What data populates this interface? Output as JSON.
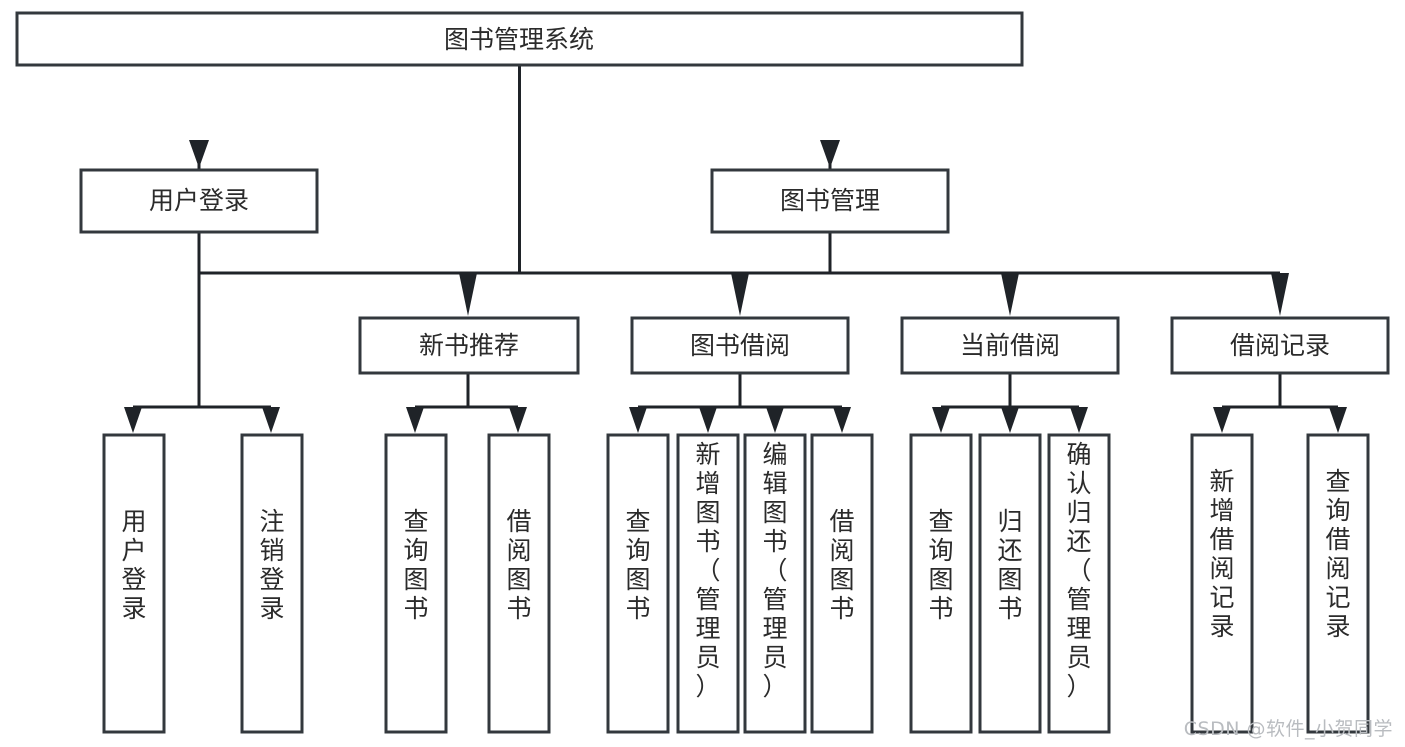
{
  "diagram": {
    "title": "图书管理系统",
    "watermark": "CSDN @软件_小贺同学",
    "root": {
      "id": "root",
      "label": "图书管理系统"
    },
    "level2": [
      {
        "id": "user-login",
        "label": "用户登录"
      },
      {
        "id": "book-manage",
        "label": "图书管理"
      }
    ],
    "level3": [
      {
        "id": "new-book-recommend",
        "label": "新书推荐",
        "parent": "book-manage"
      },
      {
        "id": "book-borrow",
        "label": "图书借阅",
        "parent": "book-manage"
      },
      {
        "id": "current-borrow",
        "label": "当前借阅",
        "parent": "book-manage"
      },
      {
        "id": "borrow-record",
        "label": "借阅记录",
        "parent": "book-manage"
      }
    ],
    "leaves": [
      {
        "id": "leaf-user-login",
        "label": "用户登录",
        "parent": "user-login"
      },
      {
        "id": "leaf-user-logout",
        "label": "注销登录",
        "parent": "user-login"
      },
      {
        "id": "leaf-query-book-1",
        "label": "查询图书",
        "parent": "new-book-recommend"
      },
      {
        "id": "leaf-borrow-book-1",
        "label": "借阅图书",
        "parent": "new-book-recommend"
      },
      {
        "id": "leaf-query-book-2",
        "label": "查询图书",
        "parent": "book-borrow"
      },
      {
        "id": "leaf-add-book",
        "label": "新增图书（管理员）",
        "parent": "book-borrow"
      },
      {
        "id": "leaf-edit-book",
        "label": "编辑图书（管理员）",
        "parent": "book-borrow"
      },
      {
        "id": "leaf-borrow-book-2",
        "label": "借阅图书",
        "parent": "book-borrow"
      },
      {
        "id": "leaf-query-book-3",
        "label": "查询图书",
        "parent": "current-borrow"
      },
      {
        "id": "leaf-return-book",
        "label": "归还图书",
        "parent": "current-borrow"
      },
      {
        "id": "leaf-confirm-return",
        "label": "确认归还（管理员）",
        "parent": "current-borrow"
      },
      {
        "id": "leaf-add-record",
        "label": "新增借阅记录",
        "parent": "borrow-record"
      },
      {
        "id": "leaf-query-record",
        "label": "查询借阅记录",
        "parent": "borrow-record"
      }
    ],
    "colors": {
      "box_stroke": "#33383d",
      "box_fill": "#ffffff",
      "connector": "#1f2328",
      "text": "#2b2b2b",
      "watermark": "#b9bcc0",
      "background": "#ffffff"
    }
  }
}
